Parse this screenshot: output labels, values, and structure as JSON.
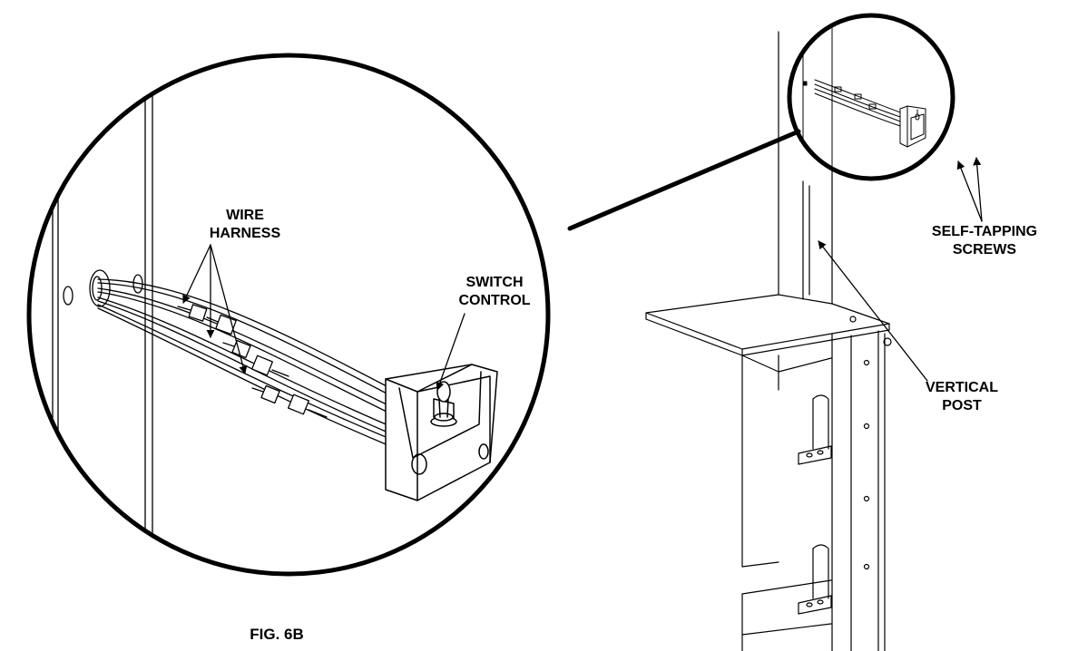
{
  "labels": {
    "wire_harness": [
      "WIRE",
      "HARNESS"
    ],
    "switch_control": [
      "SWITCH",
      "CONTROL"
    ],
    "self_tapping_screws": [
      "SELF-TAPPING",
      "SCREWS"
    ],
    "vertical_post": [
      "VERTICAL",
      "POST"
    ],
    "figure_caption": "FIG. 6B"
  }
}
